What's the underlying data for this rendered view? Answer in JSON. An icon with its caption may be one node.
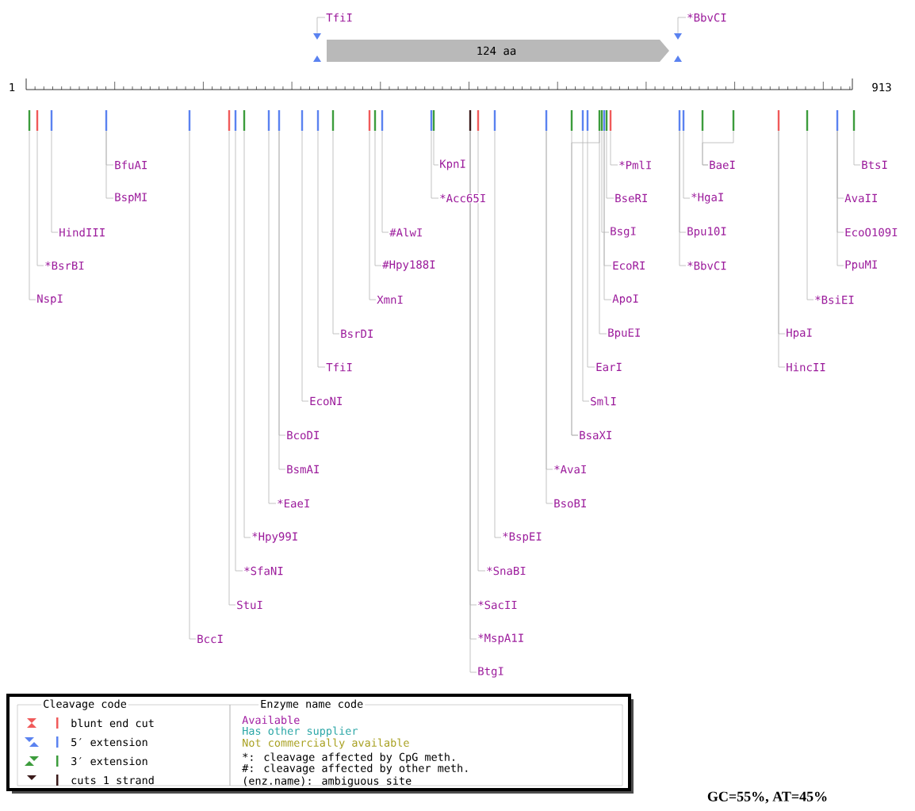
{
  "diagram": {
    "nodes": [
      {
        "text": [
          "124 aa"
        ]
      },
      {
        "text": [
          "TfiI"
        ]
      },
      {
        "text": [
          "*BbvCI"
        ]
      },
      {
        "text": [],
        "shape": "triangle"
      },
      {
        "text": [],
        "shape": "triangle"
      },
      {
        "text": [
          "BfuAI"
        ]
      },
      {
        "text": [
          "KpnI"
        ]
      },
      {
        "text": [
          "*PmlI"
        ]
      },
      {
        "text": [
          "BaeI"
        ]
      },
      {
        "text": [
          "BtsI"
        ]
      },
      {
        "text": [
          "BspMI"
        ]
      },
      {
        "text": [
          "*Acc65I"
        ]
      },
      {
        "text": [
          "BseRI"
        ]
      },
      {
        "text": [
          "*HgaI"
        ]
      },
      {
        "text": [
          "AvaII"
        ]
      },
      {
        "text": [
          "HindIII"
        ]
      },
      {
        "text": [
          "#AlwI"
        ]
      },
      {
        "text": [
          "BsgI"
        ]
      },
      {
        "text": [
          "Bpu10I"
        ]
      },
      {
        "text": [
          "EcoO109I"
        ]
      },
      {
        "text": [
          "*BsrBI"
        ]
      },
      {
        "text": [
          "#Hpy188I"
        ]
      },
      {
        "text": [
          "EcoRI"
        ]
      },
      {
        "text": [
          "*BbvCI"
        ]
      },
      {
        "text": [
          "PpuMI"
        ]
      },
      {
        "text": [
          "NspI"
        ]
      },
      {
        "text": [
          "XmnI"
        ]
      },
      {
        "text": [
          "ApoI"
        ]
      },
      {
        "text": [
          "*BsiEI"
        ]
      },
      {
        "text": [
          "BsrDI"
        ]
      },
      {
        "text": [
          "BpuEI"
        ]
      },
      {
        "text": [
          "HpaI"
        ]
      },
      {
        "text": [
          "TfiI"
        ]
      },
      {
        "text": [
          "EarI"
        ]
      },
      {
        "text": [
          "HincII"
        ]
      },
      {
        "text": [
          "EcoNI"
        ]
      },
      {
        "text": [
          "SmlI"
        ]
      },
      {
        "text": [
          "BcoDI"
        ]
      },
      {
        "text": [
          "BsaXI"
        ]
      },
      {
        "text": [
          "BsmAI"
        ]
      },
      {
        "text": [
          "*AvaI"
        ]
      },
      {
        "text": [
          "*EaeI"
        ]
      },
      {
        "text": [
          "BsoBI"
        ]
      },
      {
        "text": [
          "*Hpy99I"
        ]
      },
      {
        "text": [
          "*BspEI"
        ]
      },
      {
        "text": [
          "*SfaNI"
        ]
      },
      {
        "text": [
          "*SnaBI"
        ]
      },
      {
        "text": [
          "StuI"
        ]
      },
      {
        "text": [
          "*SacII"
        ]
      },
      {
        "text": [
          "BccI"
        ]
      },
      {
        "text": [
          "*MspA1I"
        ]
      },
      {
        "text": [
          "BtgI"
        ]
      },
      {
        "text": [],
        "shape": "bar"
      },
      {
        "text": [],
        "shape": "bar"
      },
      {
        "text": [],
        "shape": "bar"
      },
      {
        "text": [],
        "shape": "bar"
      },
      {
        "text": [],
        "shape": "bar"
      },
      {
        "text": [],
        "shape": "bar"
      },
      {
        "text": [],
        "shape": "bar"
      },
      {
        "text": [],
        "shape": "bar"
      },
      {
        "text": [],
        "shape": "bar"
      },
      {
        "text": [],
        "shape": "bar"
      },
      {
        "text": [],
        "shape": "bar"
      },
      {
        "text": [],
        "shape": "bar"
      },
      {
        "text": [],
        "shape": "bar"
      },
      {
        "text": [],
        "shape": "bar"
      },
      {
        "text": [],
        "shape": "bar"
      },
      {
        "text": [],
        "shape": "bar"
      },
      {
        "text": [],
        "shape": "bar"
      },
      {
        "text": [],
        "shape": "bar"
      },
      {
        "text": [],
        "shape": "bar"
      },
      {
        "text": [],
        "shape": "bar"
      },
      {
        "text": [],
        "shape": "bar"
      },
      {
        "text": [],
        "shape": "bar"
      },
      {
        "text": [],
        "shape": "bar"
      },
      {
        "text": [],
        "shape": "bar"
      },
      {
        "text": [],
        "shape": "bar"
      },
      {
        "text": [],
        "shape": "bar"
      },
      {
        "text": [],
        "shape": "bar"
      },
      {
        "text": [],
        "shape": "bar"
      },
      {
        "text": [],
        "shape": "bar"
      },
      {
        "text": [],
        "shape": "bar"
      },
      {
        "text": [],
        "shape": "bar"
      },
      {
        "text": [],
        "shape": "bar"
      },
      {
        "text": [],
        "shape": "bar"
      },
      {
        "text": [],
        "shape": "bar"
      },
      {
        "text": [],
        "shape": "bar"
      },
      {
        "text": [],
        "shape": "bar"
      },
      {
        "text": [],
        "shape": "bar"
      },
      {
        "text": [],
        "shape": "bar"
      }
    ],
    "edges": [
      {
        "from": 1,
        "to": 3,
        "arrow": "none"
      },
      {
        "from": 2,
        "to": 4,
        "arrow": "none"
      },
      {
        "from": 5,
        "to": 55,
        "arrow": "none"
      },
      {
        "from": 6,
        "to": 69,
        "arrow": "none"
      },
      {
        "from": 7,
        "to": 81,
        "arrow": "none"
      },
      {
        "from": 8,
        "to": 84,
        "arrow": "none"
      },
      {
        "from": 8,
        "to": 85,
        "arrow": "none"
      },
      {
        "from": 9,
        "to": 89,
        "arrow": "none"
      },
      {
        "from": 10,
        "to": 55,
        "arrow": "none"
      },
      {
        "from": 11,
        "to": 68,
        "arrow": "none"
      },
      {
        "from": 12,
        "to": 80,
        "arrow": "none"
      },
      {
        "from": 13,
        "to": 83,
        "arrow": "none"
      },
      {
        "from": 14,
        "to": 88,
        "arrow": "none"
      },
      {
        "from": 15,
        "to": 54,
        "arrow": "none"
      },
      {
        "from": 16,
        "to": 67,
        "arrow": "none"
      },
      {
        "from": 17,
        "to": 78,
        "arrow": "none"
      },
      {
        "from": 18,
        "to": 82,
        "arrow": "none"
      },
      {
        "from": 19,
        "to": 88,
        "arrow": "none"
      },
      {
        "from": 20,
        "to": 53,
        "arrow": "none"
      },
      {
        "from": 21,
        "to": 66,
        "arrow": "none"
      },
      {
        "from": 22,
        "to": 79,
        "arrow": "none"
      },
      {
        "from": 23,
        "to": 82,
        "arrow": "none"
      },
      {
        "from": 24,
        "to": 88,
        "arrow": "none"
      },
      {
        "from": 25,
        "to": 52,
        "arrow": "none"
      },
      {
        "from": 26,
        "to": 65,
        "arrow": "none"
      },
      {
        "from": 27,
        "to": 79,
        "arrow": "none"
      },
      {
        "from": 28,
        "to": 87,
        "arrow": "none"
      },
      {
        "from": 29,
        "to": 64,
        "arrow": "none"
      },
      {
        "from": 30,
        "to": 77,
        "arrow": "none"
      },
      {
        "from": 31,
        "to": 86,
        "arrow": "none"
      },
      {
        "from": 32,
        "to": 63,
        "arrow": "none"
      },
      {
        "from": 33,
        "to": 76,
        "arrow": "none"
      },
      {
        "from": 34,
        "to": 86,
        "arrow": "none"
      },
      {
        "from": 35,
        "to": 62,
        "arrow": "none"
      },
      {
        "from": 36,
        "to": 75,
        "arrow": "none"
      },
      {
        "from": 37,
        "to": 61,
        "arrow": "none"
      },
      {
        "from": 38,
        "to": 74,
        "arrow": "none"
      },
      {
        "from": 38,
        "to": 77,
        "arrow": "none"
      },
      {
        "from": 39,
        "to": 61,
        "arrow": "none"
      },
      {
        "from": 40,
        "to": 73,
        "arrow": "none"
      },
      {
        "from": 41,
        "to": 60,
        "arrow": "none"
      },
      {
        "from": 42,
        "to": 73,
        "arrow": "none"
      },
      {
        "from": 43,
        "to": 59,
        "arrow": "none"
      },
      {
        "from": 44,
        "to": 72,
        "arrow": "none"
      },
      {
        "from": 45,
        "to": 58,
        "arrow": "none"
      },
      {
        "from": 46,
        "to": 71,
        "arrow": "none"
      },
      {
        "from": 47,
        "to": 57,
        "arrow": "none"
      },
      {
        "from": 48,
        "to": 70,
        "arrow": "none"
      },
      {
        "from": 49,
        "to": 56,
        "arrow": "none"
      },
      {
        "from": 50,
        "to": 70,
        "arrow": "none"
      },
      {
        "from": 51,
        "to": 70,
        "arrow": "none"
      }
    ],
    "labels": [
      "1",
      "913",
      "Cleavage code",
      "Enzyme name code",
      "Available",
      "Has other supplier",
      "Not commercially available",
      "*: cleavage affected by CpG meth.",
      "#: cleavage affected by other meth.",
      "(enz.name): ambiguous site",
      "GC=55%, AT=45%"
    ],
    "legend": [
      {
        "text": "blunt end cut"
      },
      {
        "text": "5′ extension"
      },
      {
        "text": "3′ extension"
      },
      {
        "text": "cuts 1 strand"
      }
    ]
  }
}
